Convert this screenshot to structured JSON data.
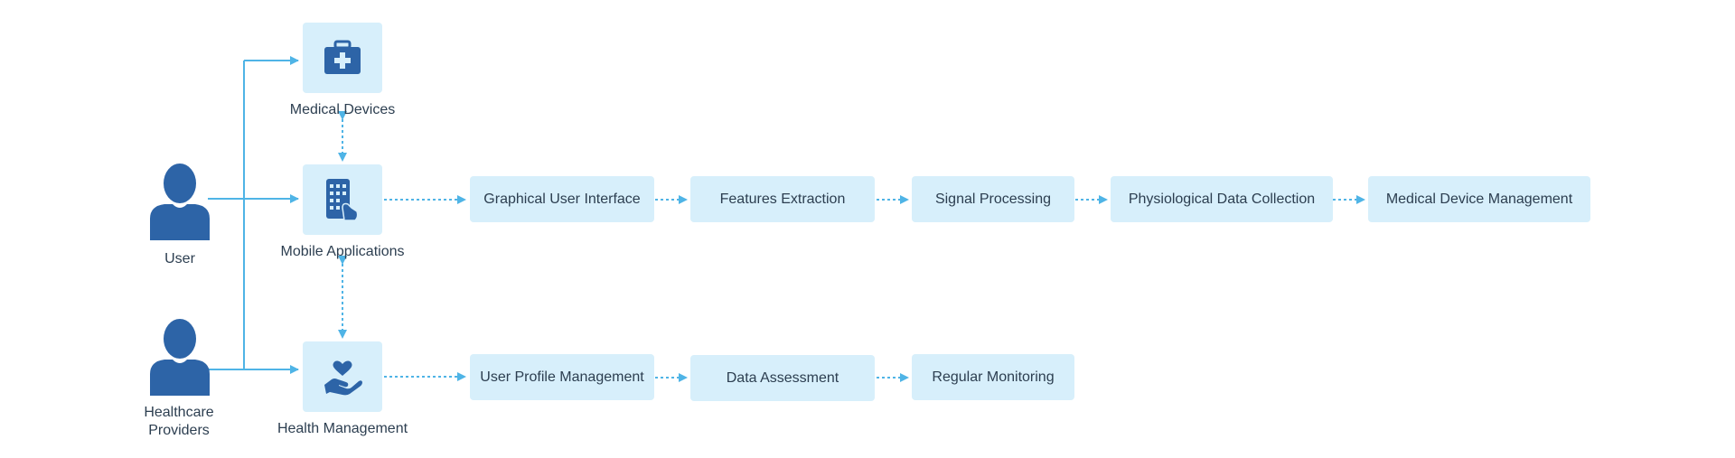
{
  "actors": {
    "user": {
      "label": "User",
      "icon": "user-icon"
    },
    "healthcare_providers": {
      "label_line1": "Healthcare",
      "label_line2": "Providers",
      "icon": "user-icon"
    }
  },
  "modules": {
    "medical_devices": {
      "label": "Medical Devices",
      "icon": "medical-kit-icon"
    },
    "mobile_applications": {
      "label": "Mobile Applications",
      "icon": "mobile-app-icon"
    },
    "health_management": {
      "label": "Health Management",
      "icon": "heart-hand-icon"
    }
  },
  "mobile_flow": [
    "Graphical User Interface",
    "Features Extraction",
    "Signal Processing",
    "Physiological Data Collection",
    "Medical Device Management"
  ],
  "health_flow": [
    "User Profile Management",
    "Data Assessment",
    "Regular Monitoring"
  ],
  "colors": {
    "box_fill": "#d7effb",
    "icon_fill": "#2d64a7",
    "arrow": "#4fb4e6",
    "text": "#2c3e50"
  }
}
